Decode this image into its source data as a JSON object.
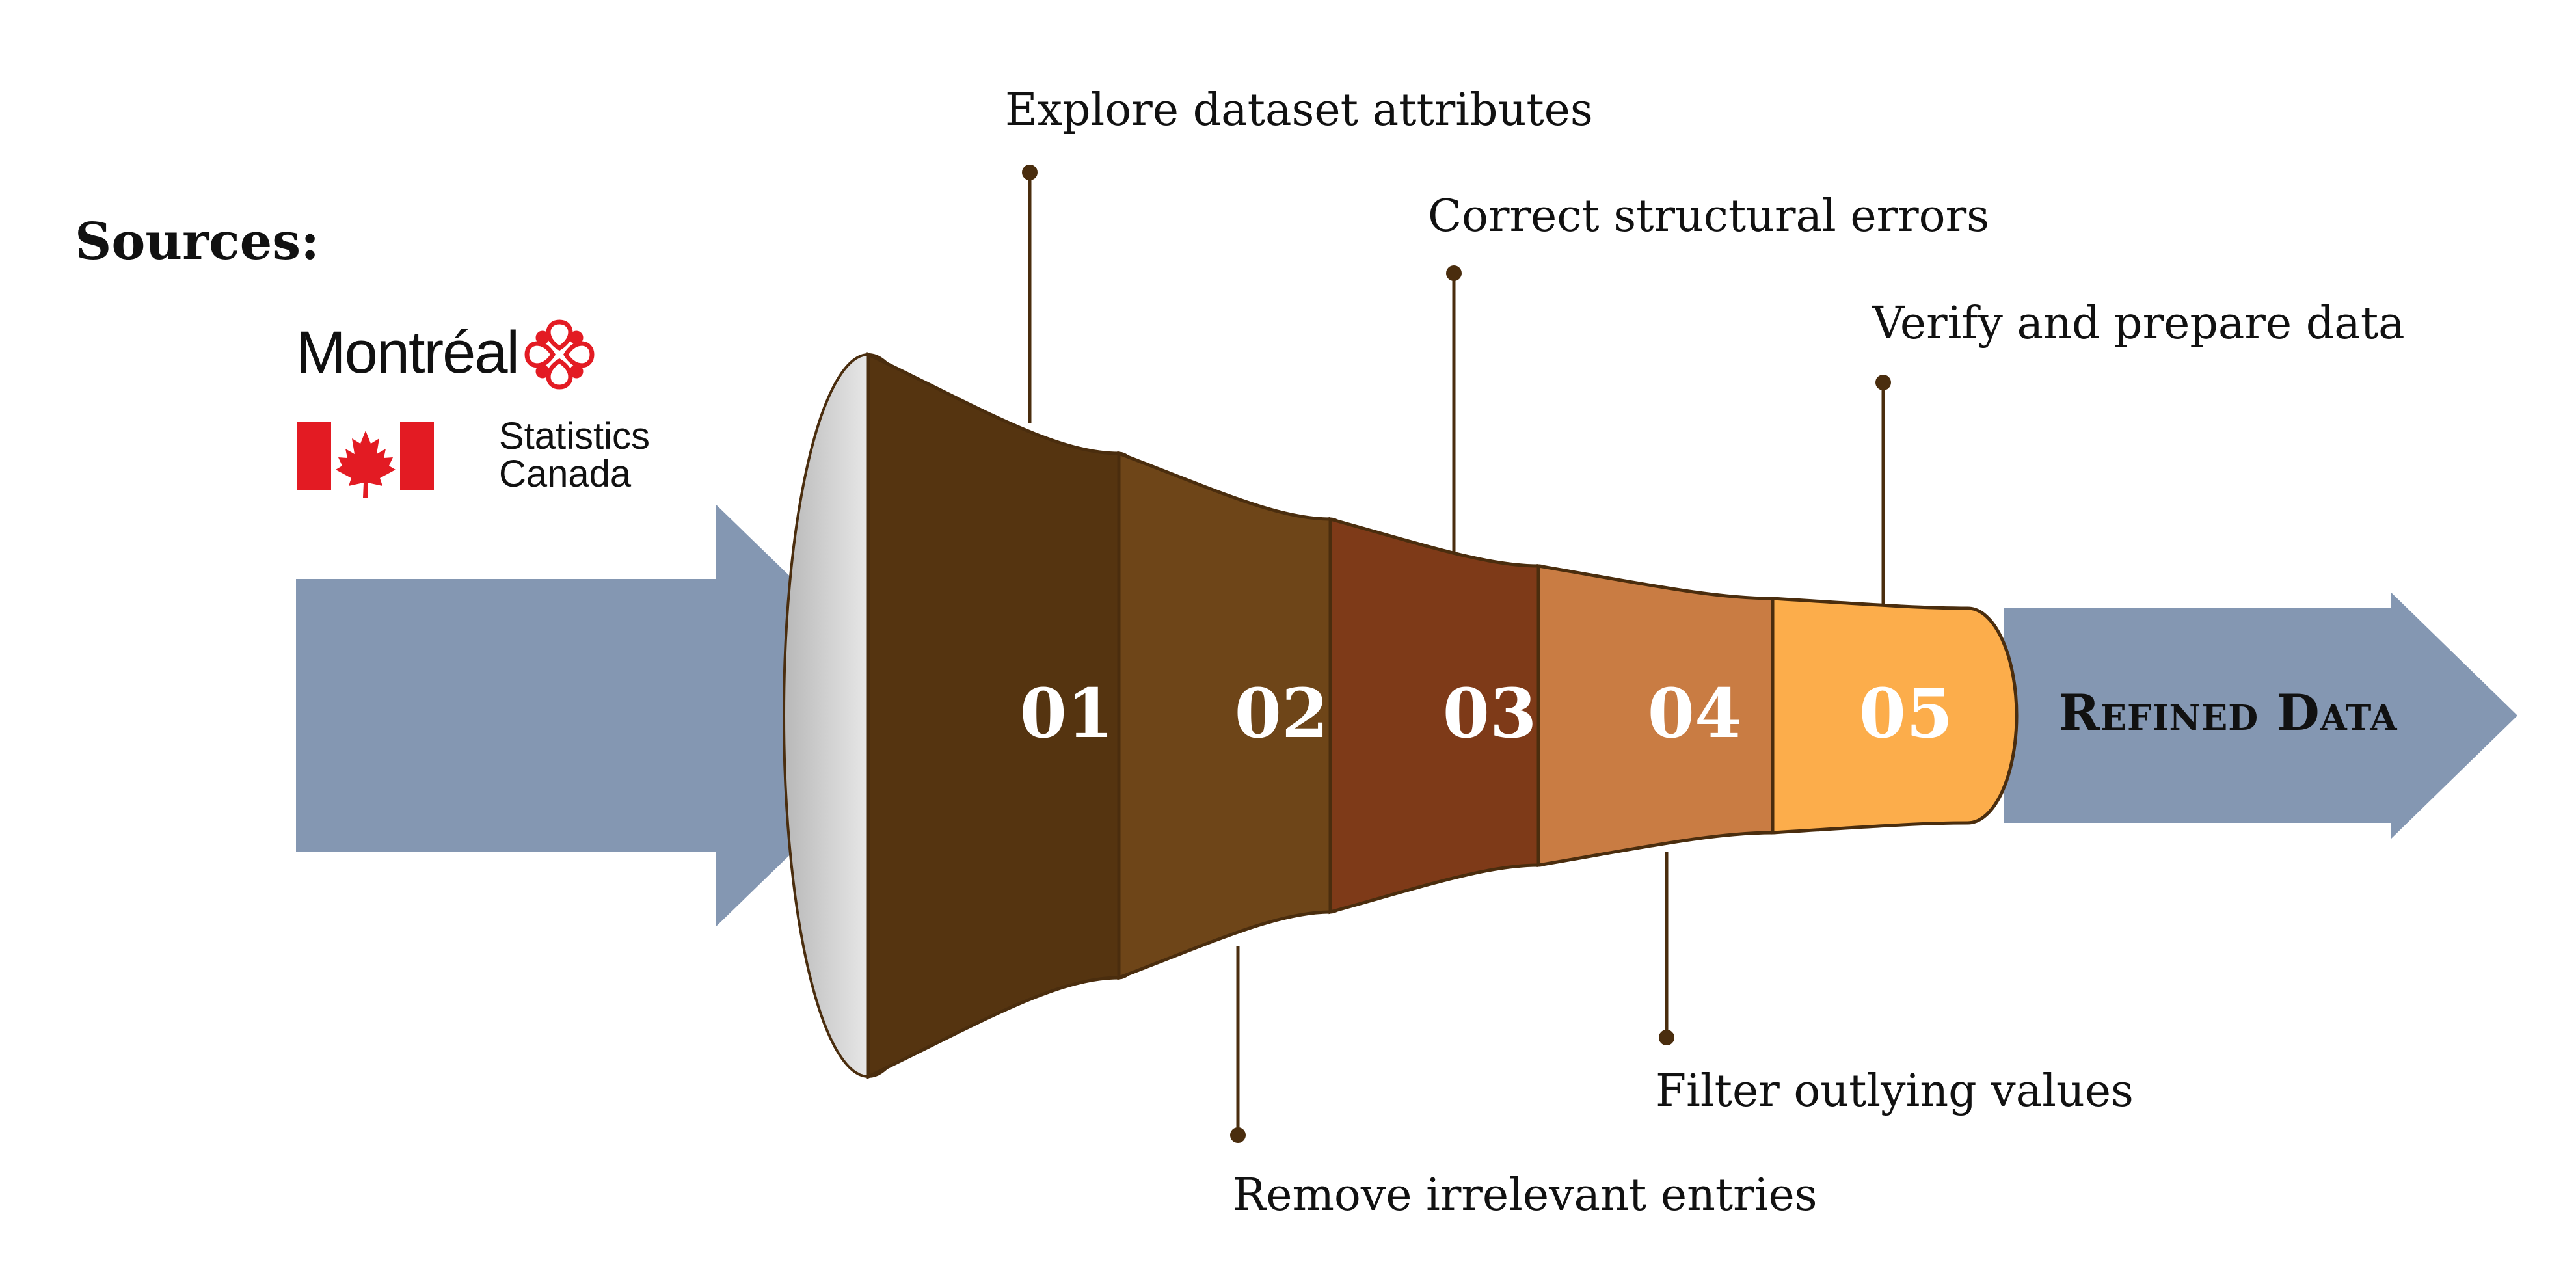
{
  "sources": {
    "heading": "Sources:",
    "logos": [
      {
        "name": "Montréal",
        "text": "Montréal",
        "icon": "montreal-rosette-logo",
        "color": "#e31b23"
      },
      {
        "name": "Statistics Canada",
        "text_lines": [
          "Statistics",
          "Canada"
        ],
        "icon": "canada-flag-logo",
        "color": "#e31b23"
      }
    ]
  },
  "funnel": {
    "stages": [
      {
        "number": "01",
        "label": "Explore dataset attributes",
        "color": "#553410",
        "label_position": "top"
      },
      {
        "number": "02",
        "label": "Remove irrelevant entries",
        "color": "#6e4518",
        "label_position": "bottom"
      },
      {
        "number": "03",
        "label": "Correct structural errors",
        "color": "#7e3a18",
        "label_position": "top"
      },
      {
        "number": "04",
        "label": "Filter outlying values",
        "color": "#c97c43",
        "label_position": "bottom"
      },
      {
        "number": "05",
        "label": "Verify and prepare data",
        "color": "#fcad4b",
        "label_position": "top"
      }
    ],
    "mouth_color": "#f0f0f0",
    "outline_color": "#4a2d0e"
  },
  "arrows": {
    "color": "#8497b2",
    "output_label": "Refined Data"
  }
}
